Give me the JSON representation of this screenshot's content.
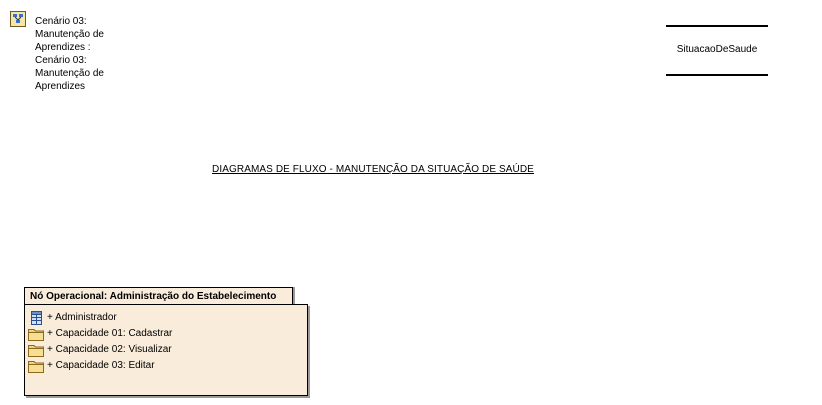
{
  "scenario": {
    "icon": "scenario-diagram-icon",
    "text": "Cenário 03:\nManutenção de\nAprendizes :\nCenário 03:\nManutenção de\nAprendizes"
  },
  "datastore": {
    "label": "SituacaoDeSaude"
  },
  "title": "DIAGRAMAS DE FLUXO - MANUTENÇÃO DA SITUAÇÃO DE SAÚDE",
  "operational_node": {
    "title": "Nó Operacional: Administração do Estabelecimento",
    "fill_color": "#f9ecda",
    "items": [
      {
        "label": "+ Administrador",
        "icon": "actor-table-icon"
      },
      {
        "label": "+ Capacidade 01: Cadastrar",
        "icon": "folder-icon"
      },
      {
        "label": "+ Capacidade 02: Visualizar",
        "icon": "folder-icon"
      },
      {
        "label": "+ Capacidade 03: Editar",
        "icon": "folder-icon"
      }
    ]
  }
}
